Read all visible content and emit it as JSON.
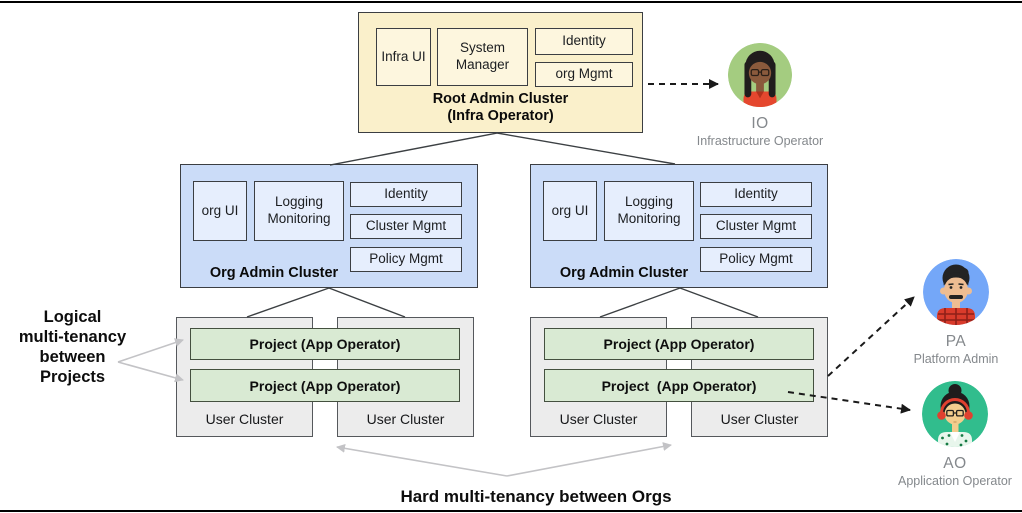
{
  "root_cluster": {
    "title": "Root Admin Cluster",
    "subtitle": "(Infra Operator)",
    "modules": {
      "infra_ui": "Infra UI",
      "system_manager": "System Manager",
      "identity": "Identity",
      "org_mgmt": "org Mgmt"
    }
  },
  "org_clusters": [
    {
      "label": "Org Admin Cluster",
      "modules": {
        "org_ui": "org UI",
        "logging_monitoring": "Logging Monitoring",
        "identity": "Identity",
        "cluster_mgmt": "Cluster Mgmt",
        "policy_mgmt": "Policy Mgmt"
      },
      "projects": [
        "Project (App Operator)",
        "Project (App Operator)"
      ],
      "user_clusters": [
        "User Cluster",
        "User Cluster"
      ]
    },
    {
      "label": "Org Admin Cluster",
      "modules": {
        "org_ui": "org UI",
        "logging_monitoring": "Logging Monitoring",
        "identity": "Identity",
        "cluster_mgmt": "Cluster Mgmt",
        "policy_mgmt": "Policy Mgmt"
      },
      "projects": [
        "Project (App Operator)",
        "Project  (App Operator)"
      ],
      "user_clusters": [
        "User Cluster",
        "User Cluster"
      ]
    }
  ],
  "annotations": {
    "logical_lines": [
      "Logical",
      "multi-tenancy",
      "between",
      "Projects"
    ],
    "hard": "Hard multi-tenancy between Orgs"
  },
  "personas": [
    {
      "abbr": "IO",
      "role": "Infrastructure Operator",
      "avatar_icon": "woman-glasses-avatar",
      "avatar_color": "#a4cc80"
    },
    {
      "abbr": "PA",
      "role": "Platform Admin",
      "avatar_icon": "man-mustache-avatar",
      "avatar_color": "#74a7f8"
    },
    {
      "abbr": "AO",
      "role": "Application Operator",
      "avatar_icon": "woman-headphones-avatar",
      "avatar_color": "#31bd8d"
    }
  ],
  "colors": {
    "root_fill": "#faf0cb",
    "root_module_fill": "#fdf6de",
    "org_fill": "#cbdcf8",
    "org_module_fill": "#e6eefd",
    "user_fill": "#ececec",
    "project_fill": "#d9ead3",
    "connector": "#3c4043",
    "gray_arrow": "#c3c3c6",
    "dashed_arrow": "#1a1a1a"
  }
}
